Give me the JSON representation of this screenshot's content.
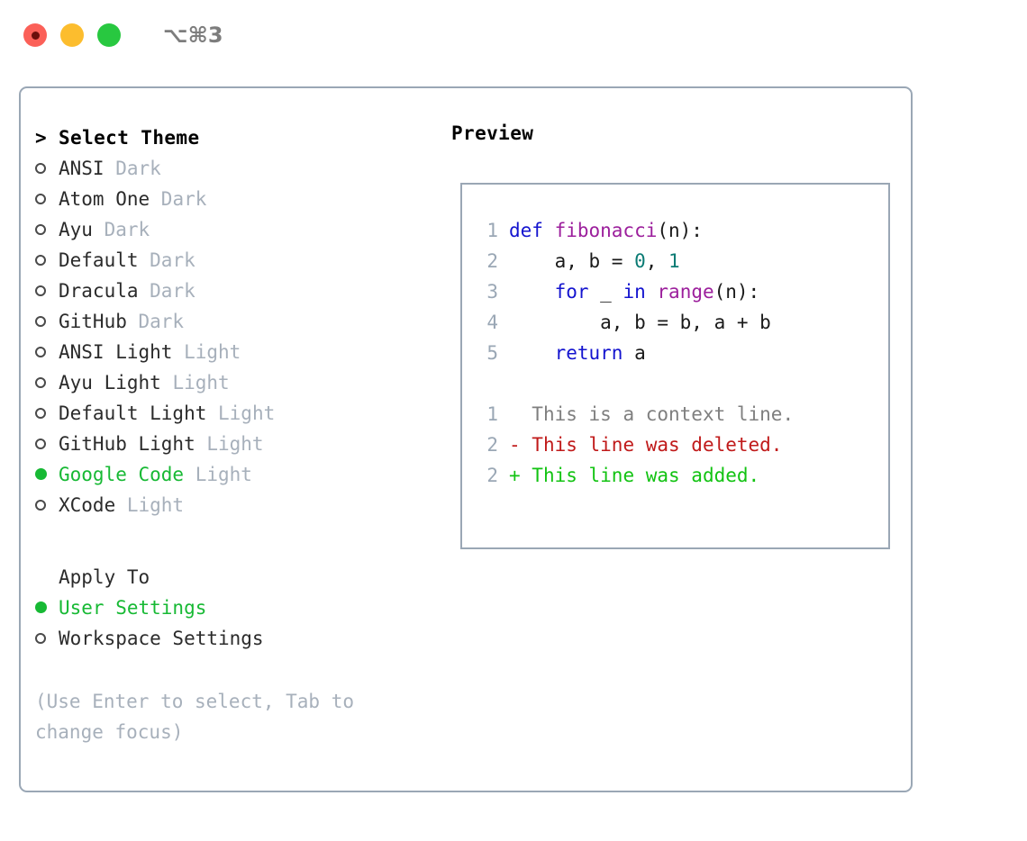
{
  "titlebar": {
    "shortcut": "⌥⌘3",
    "buttons": [
      {
        "name": "close",
        "color": "#fb6058"
      },
      {
        "name": "minimize",
        "color": "#fcbd2e"
      },
      {
        "name": "maximize",
        "color": "#28c840"
      }
    ]
  },
  "theme_picker": {
    "header": "Select Theme",
    "caret": ">",
    "items": [
      {
        "name": "ANSI",
        "variant": "Dark",
        "selected": false
      },
      {
        "name": "Atom One",
        "variant": "Dark",
        "selected": false
      },
      {
        "name": "Ayu",
        "variant": "Dark",
        "selected": false
      },
      {
        "name": "Default",
        "variant": "Dark",
        "selected": false
      },
      {
        "name": "Dracula",
        "variant": "Dark",
        "selected": false
      },
      {
        "name": "GitHub",
        "variant": "Dark",
        "selected": false
      },
      {
        "name": "ANSI Light",
        "variant": "Light",
        "selected": false
      },
      {
        "name": "Ayu Light",
        "variant": "Light",
        "selected": false
      },
      {
        "name": "Default Light",
        "variant": "Light",
        "selected": false
      },
      {
        "name": "GitHub Light",
        "variant": "Light",
        "selected": false
      },
      {
        "name": "Google Code",
        "variant": "Light",
        "selected": true
      },
      {
        "name": "XCode",
        "variant": "Light",
        "selected": false
      }
    ]
  },
  "apply_to": {
    "header": "Apply To",
    "items": [
      {
        "name": "User Settings",
        "selected": true
      },
      {
        "name": "Workspace Settings",
        "selected": false
      }
    ]
  },
  "hint": "(Use Enter to select, Tab to change focus)",
  "preview": {
    "title": "Preview",
    "code_lines": [
      {
        "num": "1",
        "tokens": [
          {
            "t": "def ",
            "c": "kw"
          },
          {
            "t": "fibonacci",
            "c": "fn"
          },
          {
            "t": "(n):",
            "c": "plain"
          }
        ]
      },
      {
        "num": "2",
        "tokens": [
          {
            "t": "    a, b = ",
            "c": "plain"
          },
          {
            "t": "0",
            "c": "num"
          },
          {
            "t": ", ",
            "c": "plain"
          },
          {
            "t": "1",
            "c": "num"
          }
        ]
      },
      {
        "num": "3",
        "tokens": [
          {
            "t": "    ",
            "c": "plain"
          },
          {
            "t": "for",
            "c": "kw"
          },
          {
            "t": " _ ",
            "c": "plain"
          },
          {
            "t": "in",
            "c": "kw"
          },
          {
            "t": " ",
            "c": "plain"
          },
          {
            "t": "range",
            "c": "fn"
          },
          {
            "t": "(n):",
            "c": "plain"
          }
        ]
      },
      {
        "num": "4",
        "tokens": [
          {
            "t": "        a, b = b, a + b",
            "c": "plain"
          }
        ]
      },
      {
        "num": "5",
        "tokens": [
          {
            "t": "    ",
            "c": "plain"
          },
          {
            "t": "return",
            "c": "kw"
          },
          {
            "t": " a",
            "c": "plain"
          }
        ]
      }
    ],
    "diff_lines": [
      {
        "num": "1",
        "marker": " ",
        "text": " This is a context line.",
        "kind": "ctx"
      },
      {
        "num": "2",
        "marker": "-",
        "text": " This line was deleted.",
        "kind": "del"
      },
      {
        "num": "2",
        "marker": "+",
        "text": " This line was added.",
        "kind": "add"
      }
    ]
  },
  "colors": {
    "accent_green": "#17b934",
    "muted": "#a7b0bb",
    "border": "#9aa7b5",
    "keyword": "#1414cf",
    "function": "#9c1f9c",
    "number": "#0b7b74",
    "diff_add": "#12c312",
    "diff_del": "#c01a1a",
    "diff_ctx": "#7f7f7f"
  }
}
